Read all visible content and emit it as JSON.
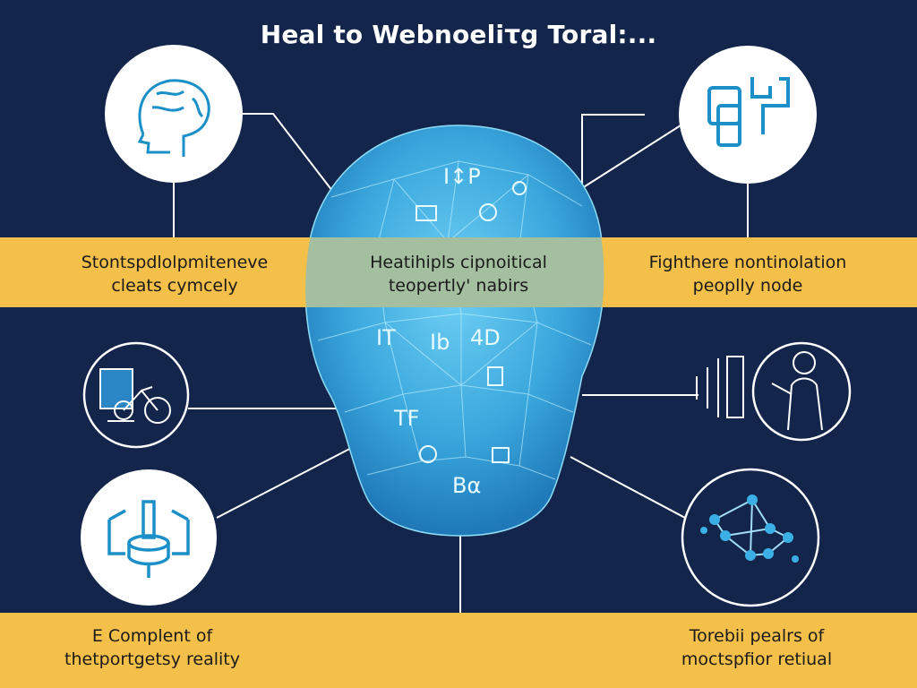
{
  "title": "Heal to Webnoeliτg Toral:...",
  "colors": {
    "background": "#13254a",
    "band": "#f5c04a",
    "head": "#3aa7dd",
    "line": "#ffffff"
  },
  "labels": {
    "top_left": {
      "line1": "Stontspdlolpmiteneve",
      "line2": "cleats cymcely"
    },
    "top_center": {
      "line1": "Heatihipls cipnoitical",
      "line2": "teopertly' nabirs"
    },
    "top_right": {
      "line1": "Fighthere nontinolation",
      "line2": "peoplly node"
    },
    "bottom_left": {
      "line1": "E Complent of",
      "line2": "thetportgetsy reality"
    },
    "bottom_right": {
      "line1": "Torebii pealrs of",
      "line2": "moctspfior retiual"
    }
  },
  "icons": {
    "top_left": "brain-head-icon",
    "top_right": "devices-icon",
    "mid_left": "bicycle-box-icon",
    "mid_right": "person-signal-icon",
    "low_left": "cylinder-frame-icon",
    "low_right": "network-nodes-icon"
  },
  "head_glyphs": [
    "I↕P",
    "IT",
    "Ib",
    "4D",
    "TF",
    "Bα"
  ]
}
